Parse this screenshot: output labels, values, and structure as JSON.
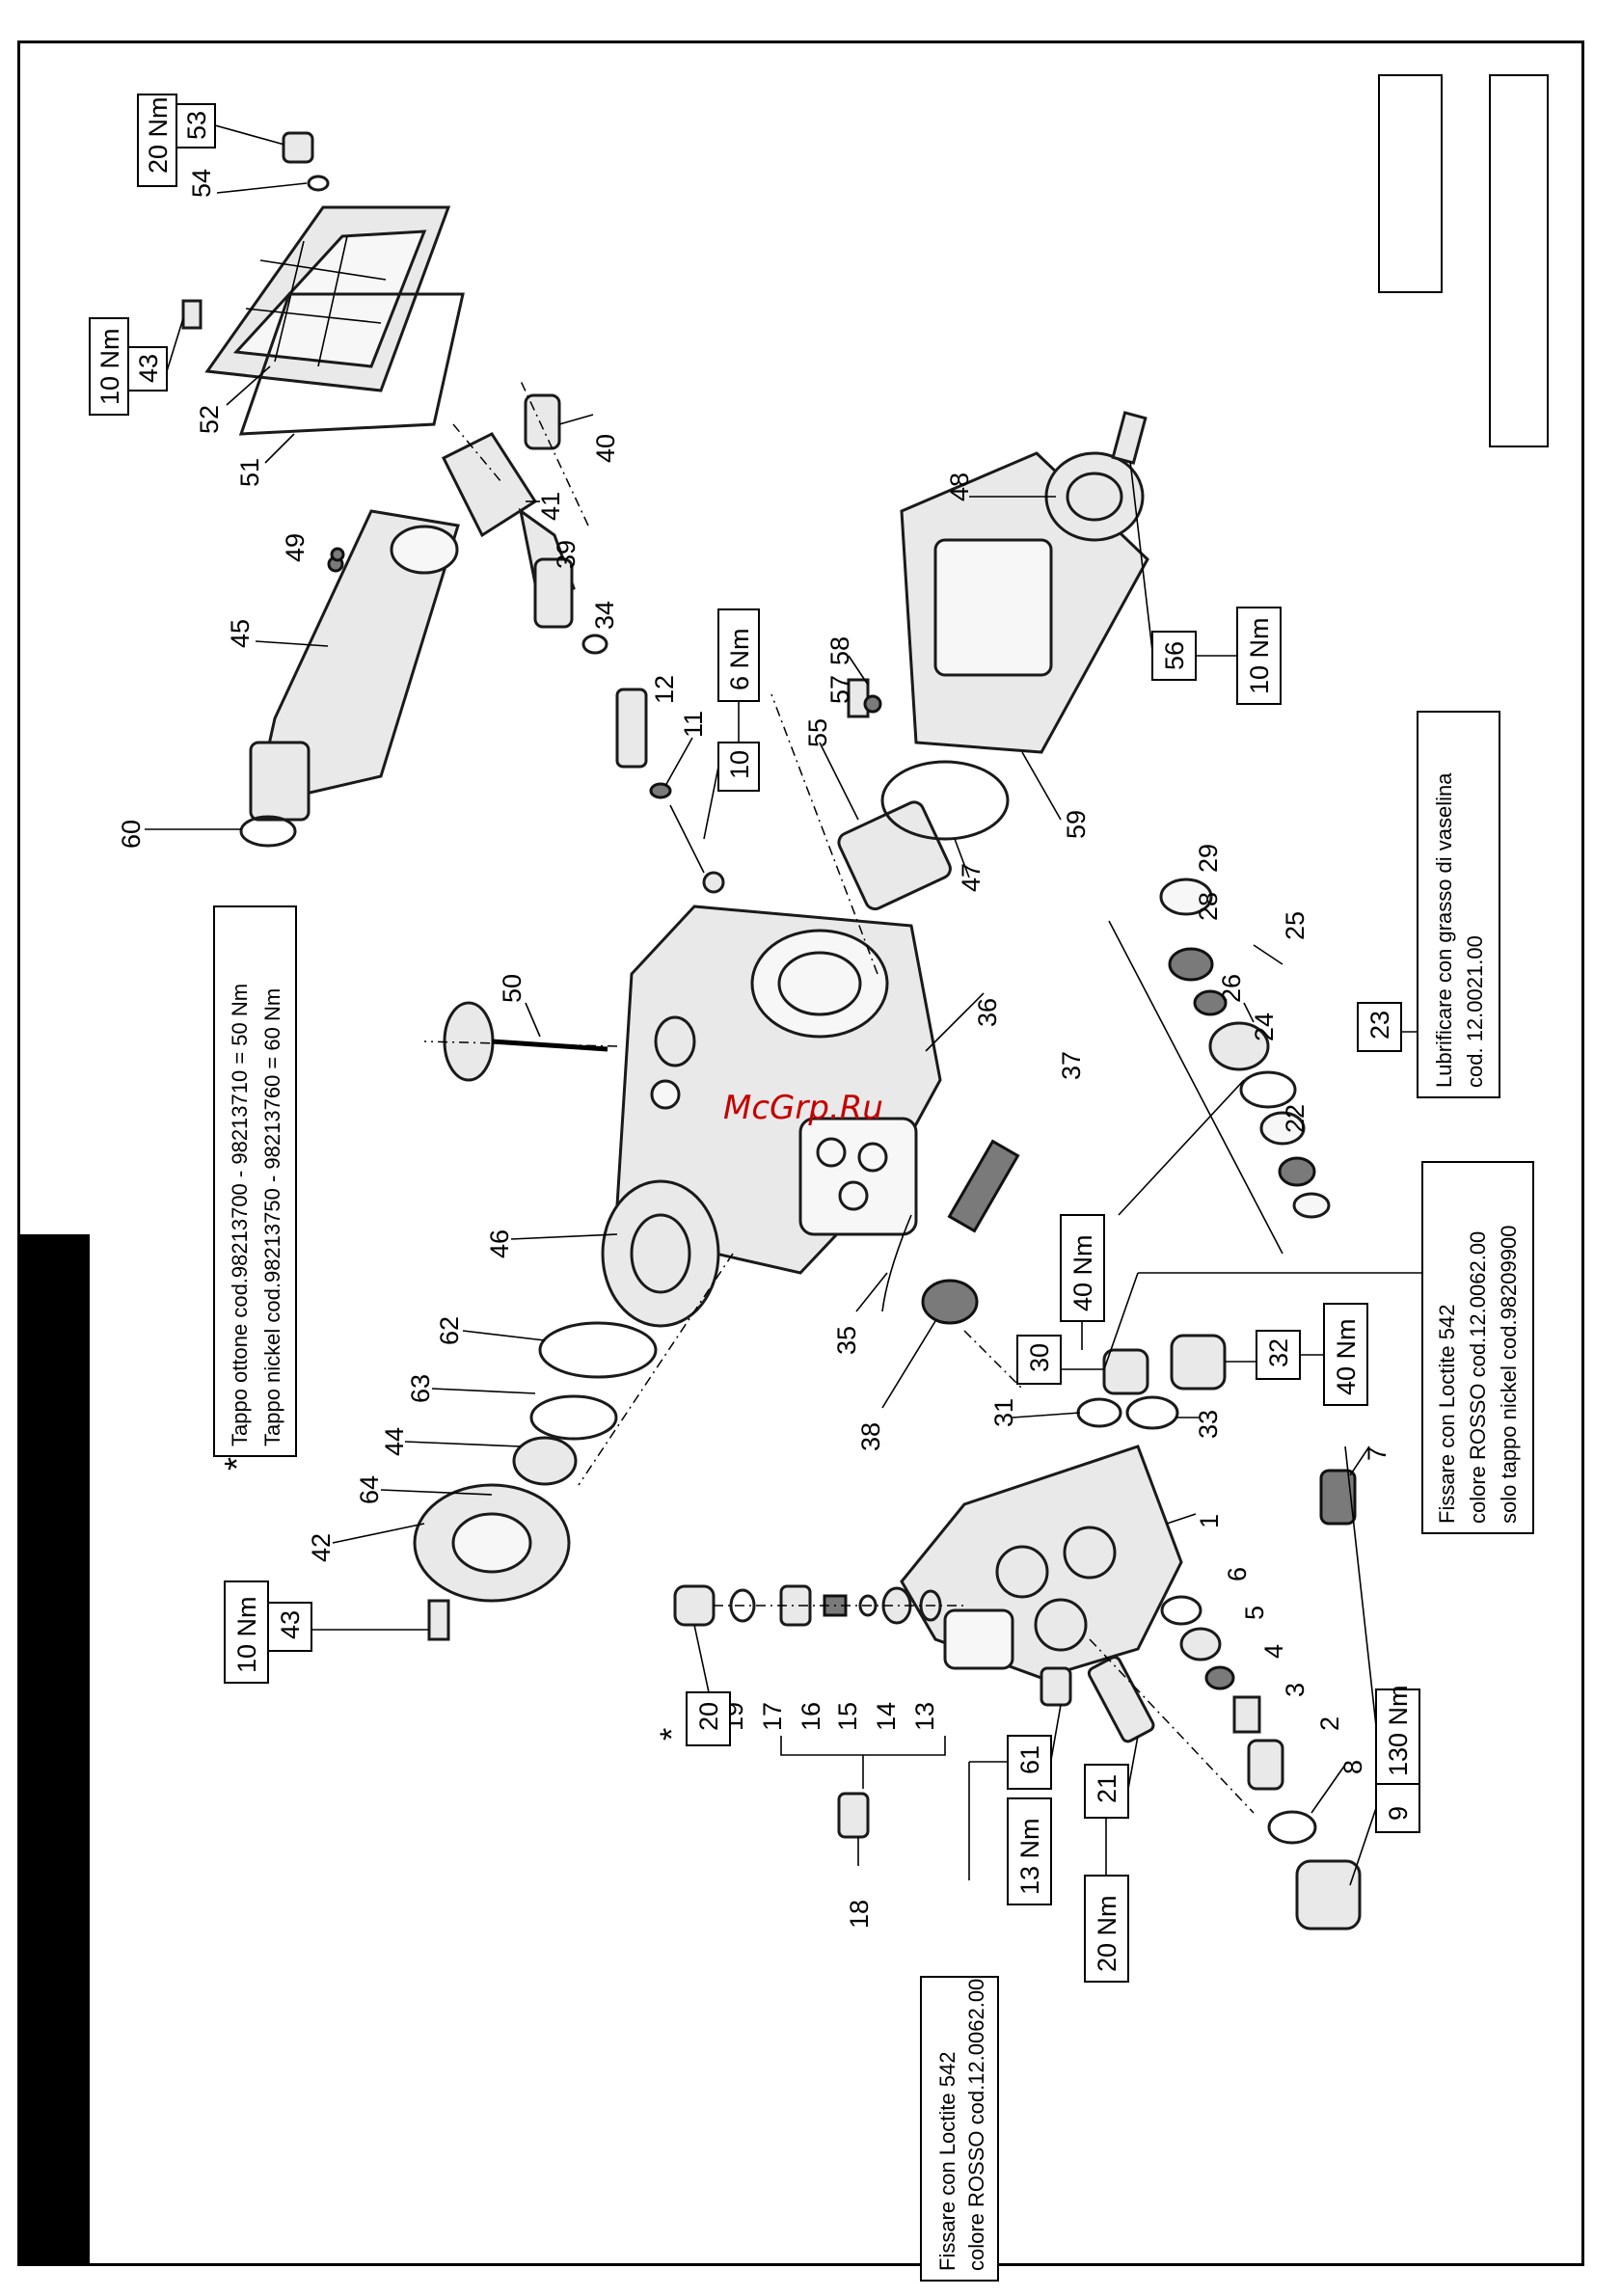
{
  "watermark": "McGrp.Ru",
  "notes": {
    "loctite_542_left": [
      "Fissare  con Loctite 542",
      "colore ROSSO cod.12.0062.00"
    ],
    "loctite_542_right": [
      "Fissare  con Loctite 542",
      "colore ROSSO cod.12.0062.00",
      "solo tappo nickel cod.98209900"
    ],
    "vaselina": [
      "Lubrificare con grasso di vaselina",
      "cod. 12.0021.00"
    ],
    "tappo_marker": "*",
    "tappo": [
      "Tappo ottone cod.98213700 - 98213710 = 50 Nm",
      "Tappo nickel cod.98213750 - 98213760 = 60 Nm"
    ]
  },
  "torque_labels": {
    "t53": "20 Nm",
    "t43_top": "10 Nm",
    "t10": "6 Nm",
    "t56": "10 Nm",
    "t43_left": "10 Nm",
    "t30": "40 Nm",
    "t32": "40 Nm",
    "t61": "13 Nm",
    "t21": "20 Nm",
    "t9": "130 Nm"
  },
  "boxed_numbers": {
    "b53": "53",
    "b43_top": "43",
    "b10": "10",
    "b56": "56",
    "b23": "23",
    "b43_left": "43",
    "b20": "20",
    "b30": "30",
    "b32": "32",
    "b61": "61",
    "b21": "21",
    "b9": "9"
  },
  "part_numbers": {
    "p1": "1",
    "p2": "2",
    "p3": "3",
    "p4": "4",
    "p5": "5",
    "p6": "6",
    "p7": "7",
    "p8": "8",
    "p11": "11",
    "p12": "12",
    "p13": "13",
    "p14": "14",
    "p15": "15",
    "p16": "16",
    "p17": "17",
    "p18": "18",
    "p19": "19",
    "p20_star": "*",
    "p22": "22",
    "p24": "24",
    "p25": "25",
    "p26": "26",
    "p28": "28",
    "p29": "29",
    "p31": "31",
    "p33": "33",
    "p34": "34",
    "p35": "35",
    "p36": "36",
    "p37": "37",
    "p38": "38",
    "p39": "39",
    "p40": "40",
    "p41": "41",
    "p42": "42",
    "p44": "44",
    "p45": "45",
    "p46": "46",
    "p47": "47",
    "p48": "48",
    "p49": "49",
    "p50": "50",
    "p51": "51",
    "p52": "52",
    "p54": "54",
    "p55": "55",
    "p57": "57",
    "p58": "58",
    "p59": "59",
    "p60": "60",
    "p62": "62",
    "p63": "63",
    "p64": "64"
  }
}
